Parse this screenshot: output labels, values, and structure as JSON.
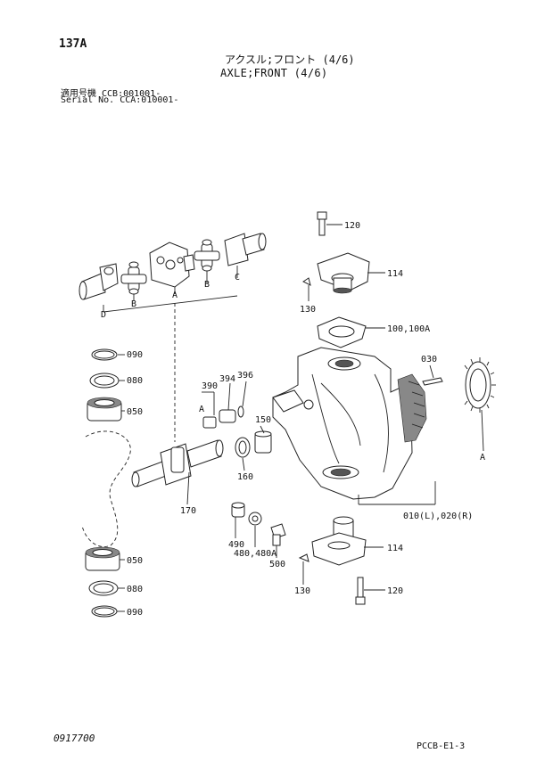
{
  "header": {
    "page_number": "137A",
    "title_jp": "アクスル;フロント (4/6)",
    "title_en": "AXLE;FRONT (4/6)",
    "serial_line_1": "適用号機 CCB:001001-",
    "serial_line_2": "Serial No. CCA:010001-"
  },
  "callouts": {
    "c120_top": "120",
    "c114_top": "114",
    "c130_top": "130",
    "c100": "100,100A",
    "c030": "030",
    "c090_top": "090",
    "c080_top": "080",
    "c050_top": "050",
    "c390": "390",
    "c394": "394",
    "c396": "396",
    "c150": "150",
    "c160": "160",
    "c170": "170",
    "c490": "490",
    "c480": "480,480A",
    "c500": "500",
    "c010": "010(L),020(R)",
    "c114_bot": "114",
    "c130_bot": "130",
    "c120_bot": "120",
    "c050_bot": "050",
    "c080_bot": "080",
    "c090_bot": "090"
  },
  "letters": {
    "A_top": "A",
    "B_left": "B",
    "B_right": "B",
    "C": "C",
    "D": "D",
    "A_mid": "A",
    "A_right": "A"
  },
  "footer": {
    "doc_number": "0917700",
    "page_code": "PCCB-E1-3"
  }
}
